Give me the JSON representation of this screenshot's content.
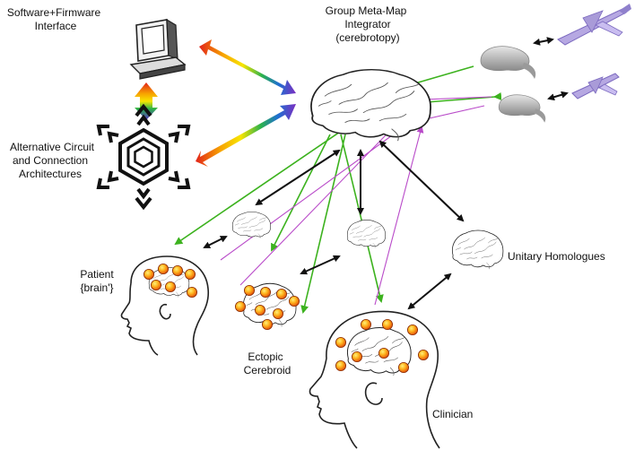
{
  "labels": {
    "software_interface": [
      "Software+Firmware",
      "Interface"
    ],
    "integrator": [
      "Group Meta-Map",
      "Integrator",
      "(cerebrotopy)"
    ],
    "architectures": [
      "Alternative Circuit",
      "and Connection",
      "Architectures"
    ],
    "patient": [
      "Patient",
      "{brain'}"
    ],
    "ectopic": [
      "Ectopic",
      "Cerebroid"
    ],
    "clinician": "Clinician",
    "unitary": "Unitary Homologues"
  },
  "colors": {
    "green_link": "#3cb21e",
    "purple_link": "#b94bc9",
    "black_link": "#111111",
    "node_outer": "#e8500a",
    "node_inner": "#ffd21c",
    "drone": "#a99bd8"
  },
  "icons": [
    "computer-icon",
    "circuit-snowflake-icon",
    "vr-headset-icon",
    "drone-icon"
  ]
}
